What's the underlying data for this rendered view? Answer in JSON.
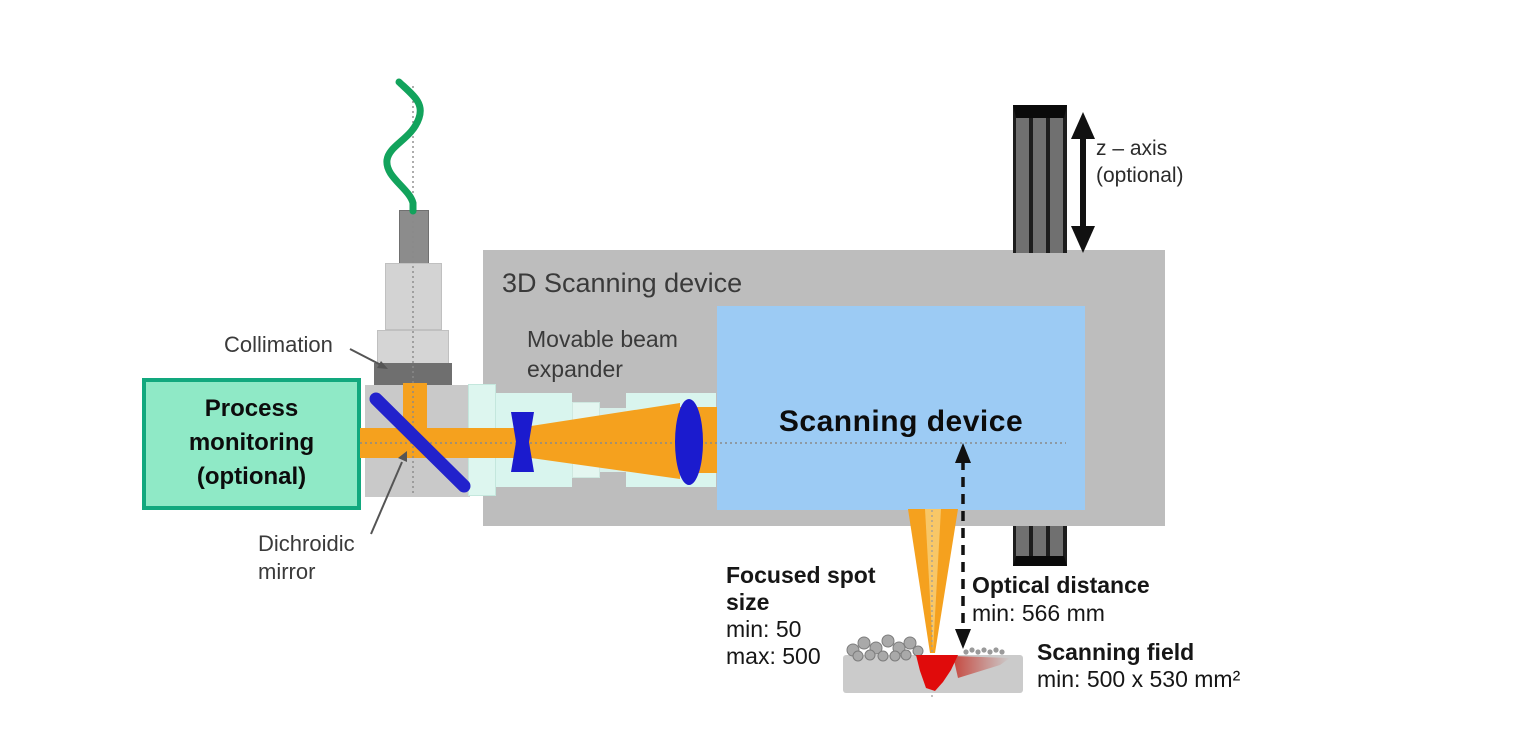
{
  "labels": {
    "box_title": "3D Scanning device",
    "scanning_device": "Scanning device",
    "process": {
      "line1": "Process",
      "line2": "monitoring",
      "line3": "(optional)"
    },
    "collimation": "Collimation",
    "movable": {
      "line1": "Movable beam",
      "line2": "expander"
    },
    "dichroic": {
      "line1": "Dichroidic",
      "line2": "mirror"
    },
    "zaxis": {
      "line1": "z – axis",
      "line2": "(optional)"
    },
    "focused_spot": {
      "title1": "Focused spot",
      "title2": "size",
      "min": "min: 50",
      "max": "max: 500"
    },
    "optical_distance": {
      "title": "Optical distance",
      "value": "min: 566 mm"
    },
    "scanning_field": {
      "title": "Scanning field",
      "value": "min: 500 x 530 mm²"
    }
  },
  "colors": {
    "beam_orange": "#F5A11E",
    "beam_core": "#F8C767",
    "scanner_blue": "#9CCBF4",
    "housing_gray": "#BDBDBD",
    "process_green_fill": "#8FE9C6",
    "process_green_border": "#12A87E",
    "optics_cyan": "#D9F5EE",
    "lens_blue": "#1B1BCE",
    "mirror_blue": "#2222CC",
    "fiber_green": "#12A35C",
    "melt_red": "#E00B0B",
    "powder_gray": "#CBCBCB",
    "rail_gray": "#707070",
    "label_gray": "#3A3A3A"
  }
}
